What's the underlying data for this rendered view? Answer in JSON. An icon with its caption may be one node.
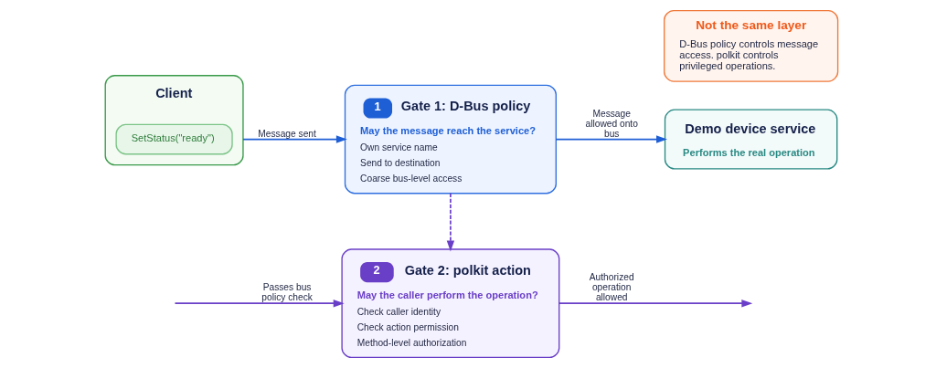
{
  "diagram": {
    "nodes": [
      {
        "text": [
          "Client"
        ]
      },
      {
        "text": [
          "SetStatus(\"ready\")"
        ],
        "in": 0
      },
      {
        "text": [
          "1",
          "Gate 1: D-Bus policy",
          "May the message reach the service?",
          "Own service name",
          "Send to destination",
          "Coarse bus-level access"
        ]
      },
      {
        "text": [
          "Demo device service",
          "Performs the real operation"
        ]
      },
      {
        "text": [
          "2",
          "Gate 2: polkit action",
          "May the caller perform the operation?",
          "Check caller identity",
          "Check action permission",
          "Method-level authorization"
        ]
      },
      {
        "text": [
          "Not the same layer",
          "D-Bus policy controls message access. polkit controls privileged operations."
        ]
      }
    ],
    "edges": [
      {
        "from": 0,
        "to": 2,
        "arrow": "to",
        "label": "Message sent",
        "color": "#1f5fd6"
      },
      {
        "from": 2,
        "to": 3,
        "arrow": "to",
        "label": "Message allowed onto bus",
        "color": "#1f5fd6"
      },
      {
        "from": 2,
        "to": 4,
        "arrow": "to",
        "style": "dashed",
        "color": "#6a3fc8"
      },
      {
        "from": 4,
        "to": null,
        "arrow": "to",
        "label": "Authorized operation allowed",
        "color": "#6a3fc8"
      },
      {
        "from": null,
        "to": 4,
        "arrow": "to",
        "label": "Passes bus policy check",
        "color": "#6a3fc8"
      }
    ]
  }
}
